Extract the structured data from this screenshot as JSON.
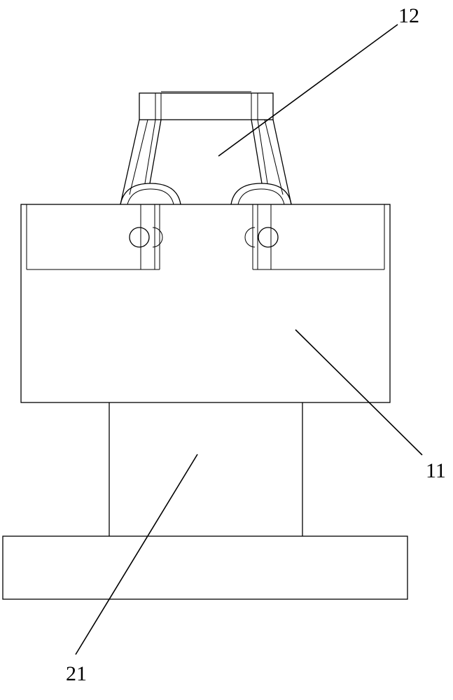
{
  "labels": {
    "part_12": "12",
    "part_11": "11",
    "part_21": "21"
  },
  "colors": {
    "line": "#000000",
    "background": "#ffffff"
  }
}
